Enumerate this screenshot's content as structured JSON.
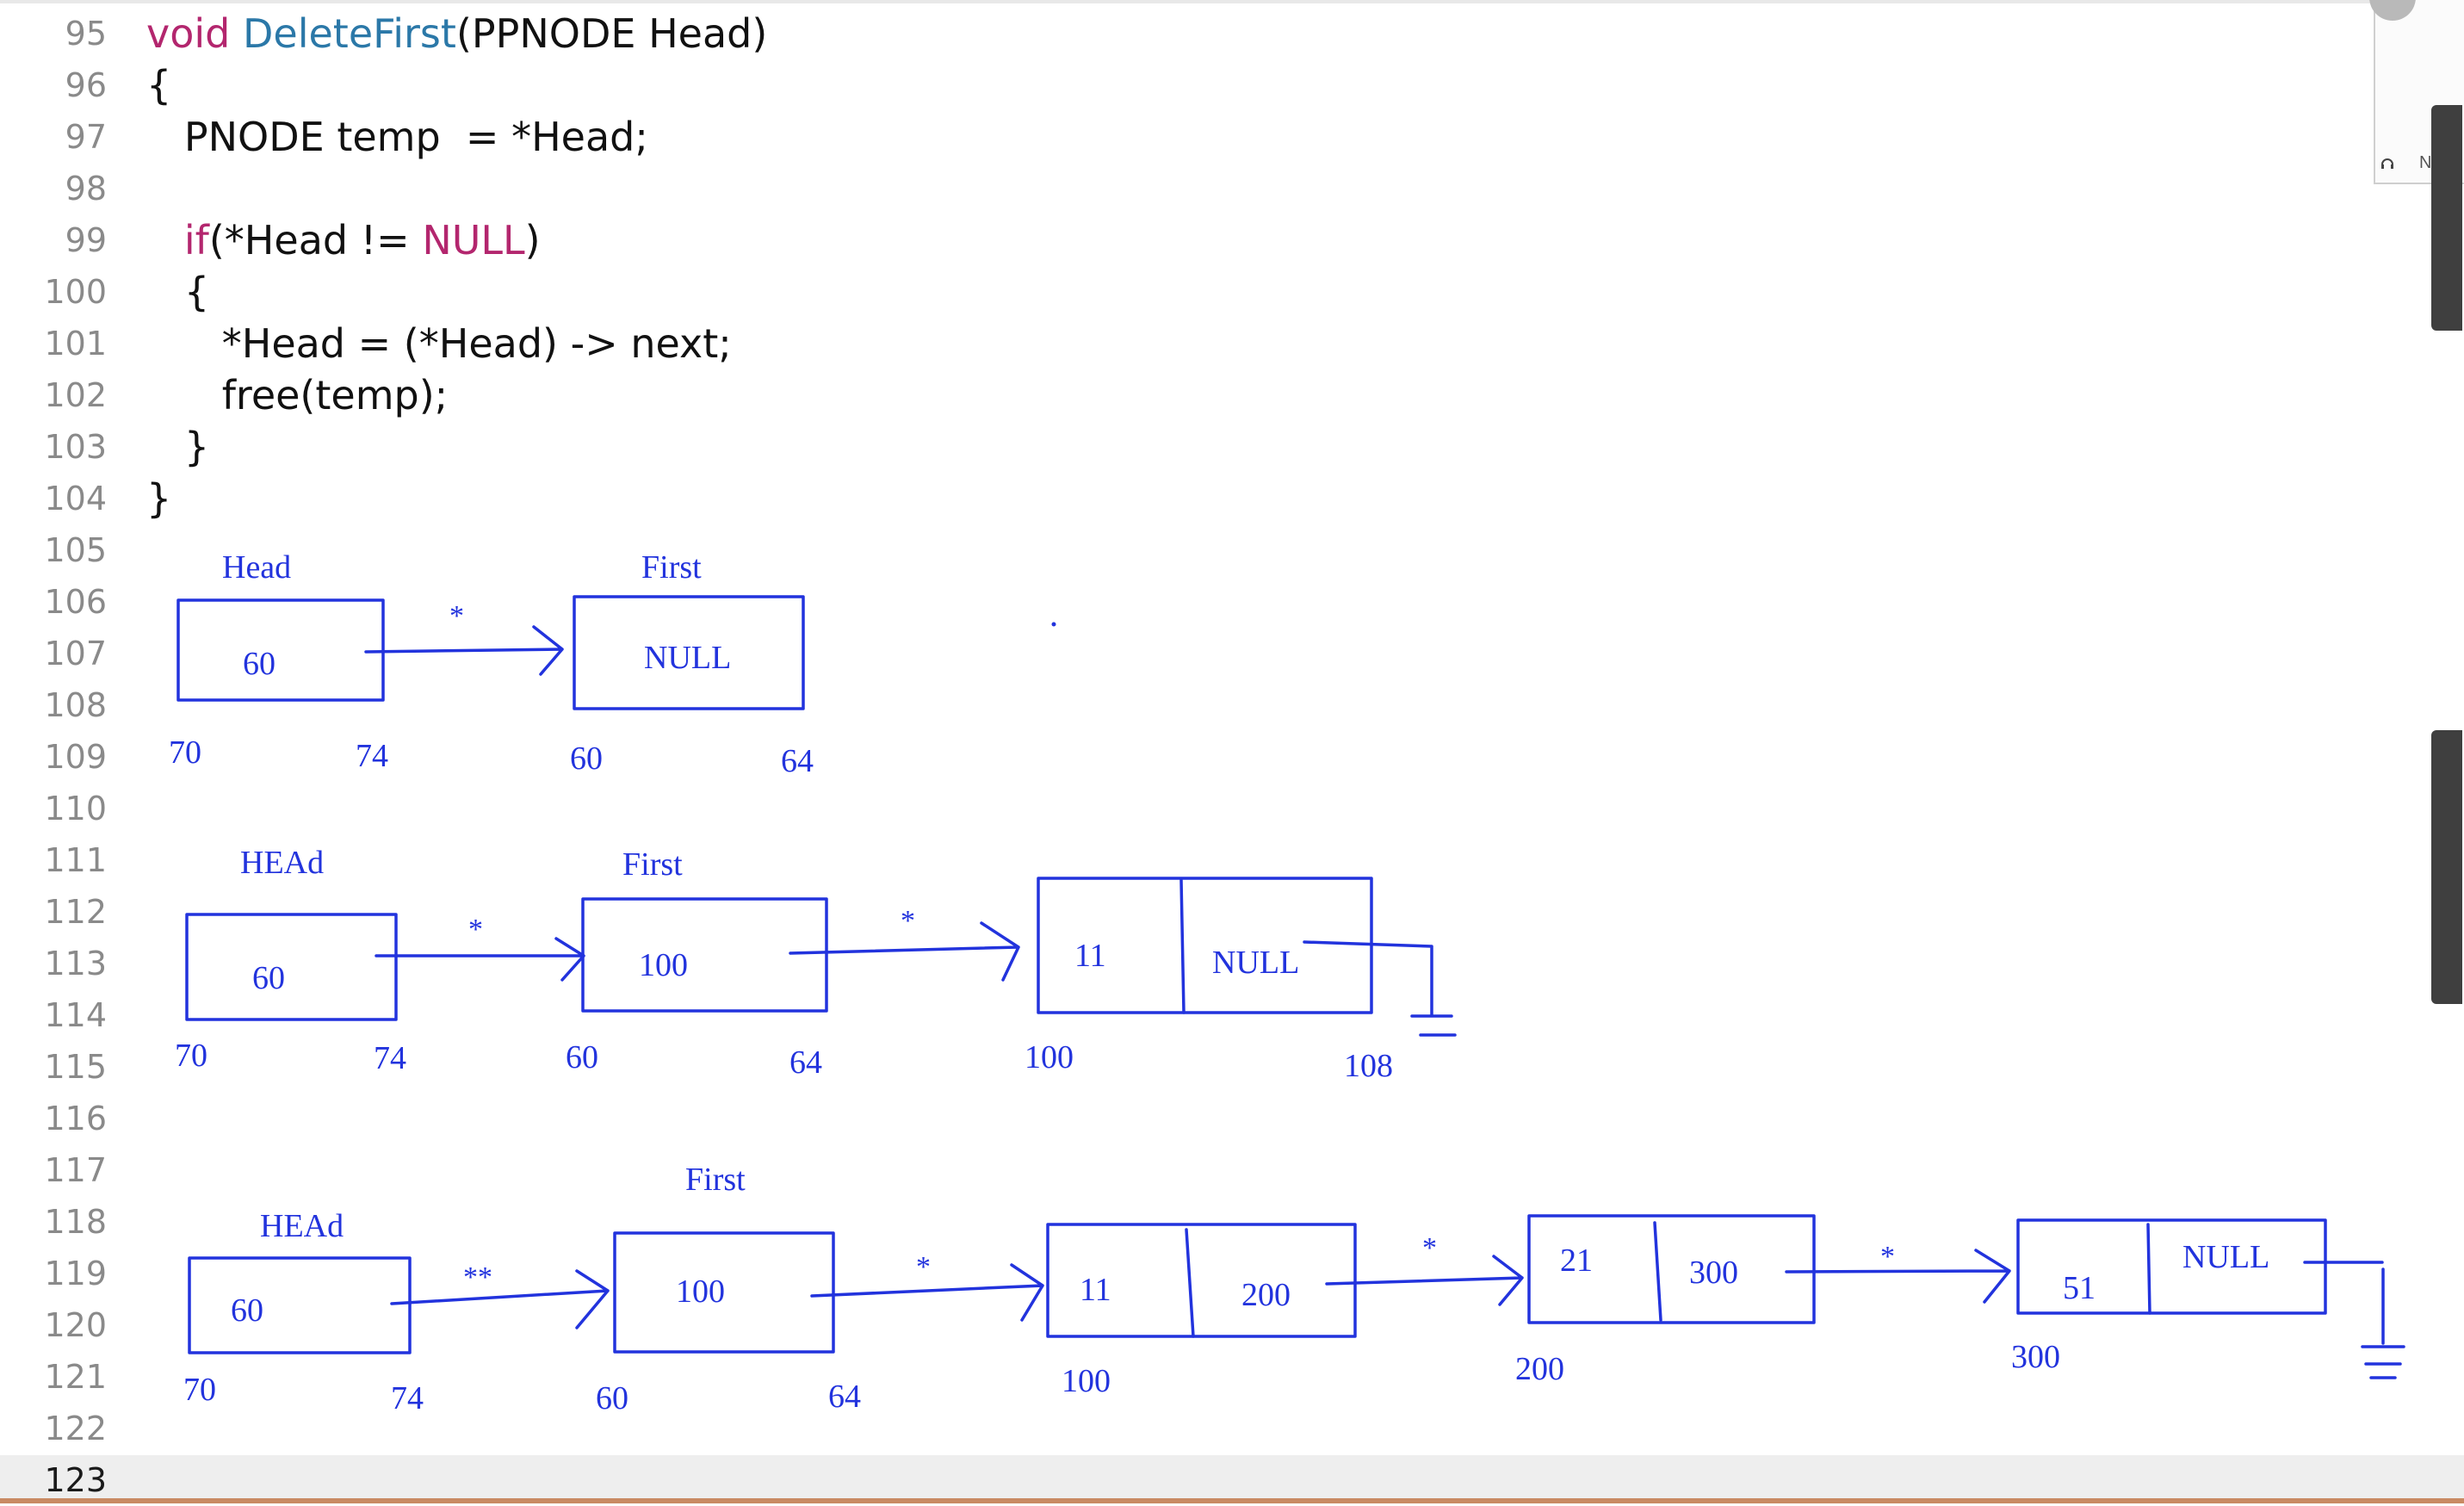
{
  "gutter": [
    "95",
    "96",
    "97",
    "98",
    "99",
    "100",
    "101",
    "102",
    "103",
    "104",
    "105",
    "106",
    "107",
    "108",
    "109",
    "110",
    "111",
    "112",
    "113",
    "114",
    "115",
    "116",
    "117",
    "118",
    "119",
    "120",
    "121",
    "122",
    "123"
  ],
  "code": {
    "l95": {
      "kw": "void",
      "fn": "DeleteFirst",
      "rest": "(PPNODE Head)"
    },
    "l96": "{",
    "l97": "   PNODE temp  = *Head;",
    "l99": {
      "kw": "if",
      "a": "(*Head != ",
      "null": "NULL",
      "b": ")"
    },
    "l100": "   {",
    "l101": "      *Head = (*Head) -> next;",
    "l102": "      free(temp);",
    "l103": "   }",
    "l104": "}"
  },
  "diagram1": {
    "labels": {
      "head": "Head",
      "first": "First"
    },
    "box1_value": "60",
    "box2_value": "NULL",
    "star": "*",
    "addr": {
      "a70": "70",
      "a74": "74",
      "a60": "60",
      "a64": "64"
    }
  },
  "diagram2": {
    "labels": {
      "head": "HEAd",
      "first": "First"
    },
    "box1_value": "60",
    "box2_value": "100",
    "node_data": "11",
    "node_next": "NULL",
    "star1": "*",
    "star2": "*",
    "addr": {
      "a70": "70",
      "a74": "74",
      "a60": "60",
      "a64": "64",
      "a100": "100",
      "a108": "108"
    }
  },
  "diagram3": {
    "labels": {
      "head": "HEAd",
      "first": "First"
    },
    "box1_value": "60",
    "box2_value": "100",
    "node1": {
      "data": "11",
      "next": "200"
    },
    "node2": {
      "data": "21",
      "next": "300"
    },
    "node3": {
      "data": "51",
      "next": "NULL"
    },
    "stars": [
      "**",
      "*",
      "*",
      "*"
    ],
    "addr": {
      "a70": "70",
      "a74": "74",
      "a60": "60",
      "a64": "64",
      "a100": "100",
      "a200": "200",
      "a300": "300"
    }
  },
  "side_panel": {
    "user": "Nikhi"
  },
  "colors": {
    "ink": "#2233dd",
    "keyword": "#b3266e",
    "function": "#2b78a8"
  }
}
